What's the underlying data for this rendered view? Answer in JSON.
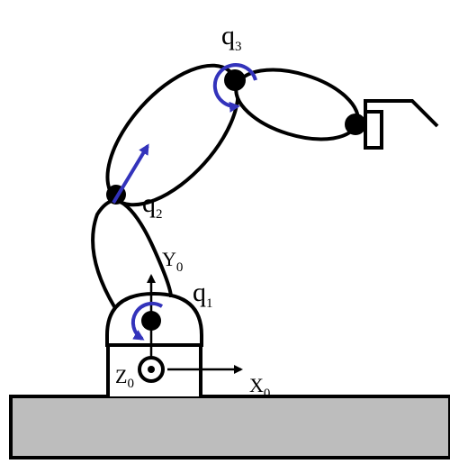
{
  "joints": {
    "q1": {
      "base": "q",
      "sub": "1"
    },
    "q2": {
      "base": "q",
      "sub": "2"
    },
    "q3": {
      "base": "q",
      "sub": "3"
    }
  },
  "axes": {
    "x0": {
      "base": "X",
      "sub": "0"
    },
    "y0": {
      "base": "Y",
      "sub": "0"
    },
    "z0": {
      "base": "Z",
      "sub": "0"
    }
  },
  "colors": {
    "link_stroke": "#000000",
    "rotation_arrow": "#3333bb",
    "ground_fill": "#bdbdbd",
    "background": "#ffffff"
  },
  "icons": {
    "q1_rotation": "counterclockwise-arrow-icon",
    "q2_direction": "prismatic-arrow-icon",
    "q3_rotation": "counterclockwise-arrow-icon",
    "gripper": "gripper-icon"
  }
}
